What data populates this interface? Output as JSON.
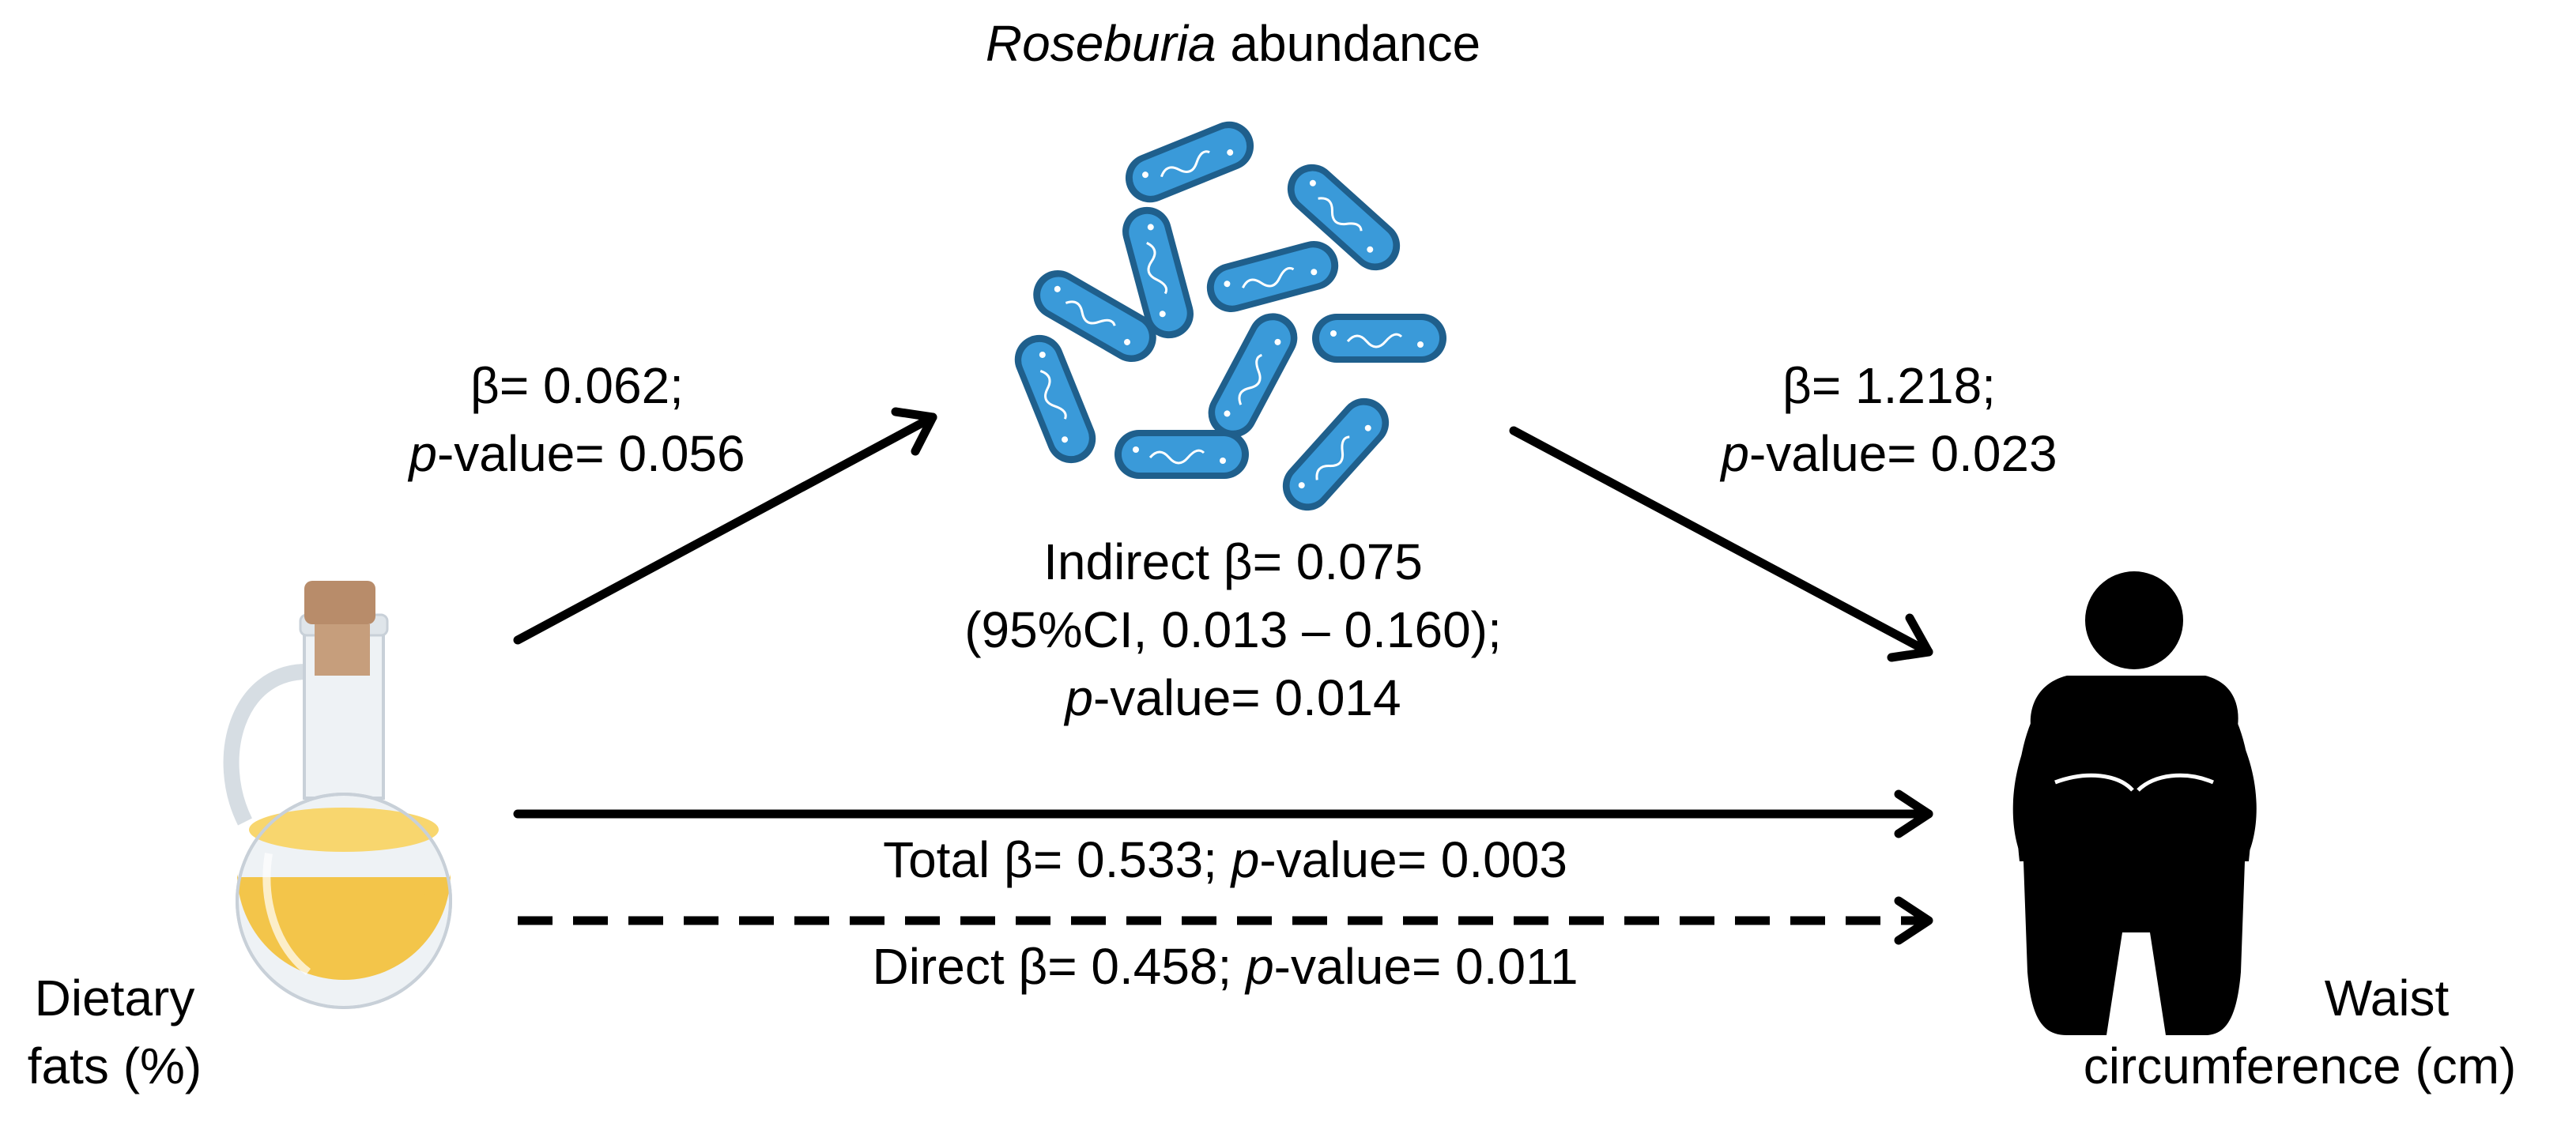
{
  "mediator": {
    "title_italic": "Roseburia",
    "title_rest": " abundance"
  },
  "path_a": {
    "beta_line": "β= 0.062;",
    "p_prefix": "p",
    "p_rest": "-value= 0.056"
  },
  "path_b": {
    "beta_line": "β= 1.218;",
    "p_prefix": "p",
    "p_rest": "-value= 0.023"
  },
  "indirect": {
    "line1": "Indirect β= 0.075",
    "line2": "(95%CI, 0.013 – 0.160);",
    "p_prefix": "p",
    "p_rest": "-value= 0.014"
  },
  "total": {
    "prefix": "Total β= 0.533; ",
    "p_prefix": "p",
    "p_rest": "-value= 0.003"
  },
  "direct": {
    "prefix": "Direct β= 0.458; ",
    "p_prefix": "p",
    "p_rest": "-value= 0.011"
  },
  "exposure": {
    "line1": "Dietary",
    "line2": "fats (%)",
    "icon": "oil-bottle-icon"
  },
  "outcome": {
    "line1": "Waist",
    "line2": "circumference (cm)",
    "icon": "person-silhouette-icon"
  },
  "colors": {
    "bacteria": "#3a9ad9",
    "bacteria_outline": "#1f5f8c",
    "oil": "#f3c54a",
    "cork": "#b88c6a"
  }
}
